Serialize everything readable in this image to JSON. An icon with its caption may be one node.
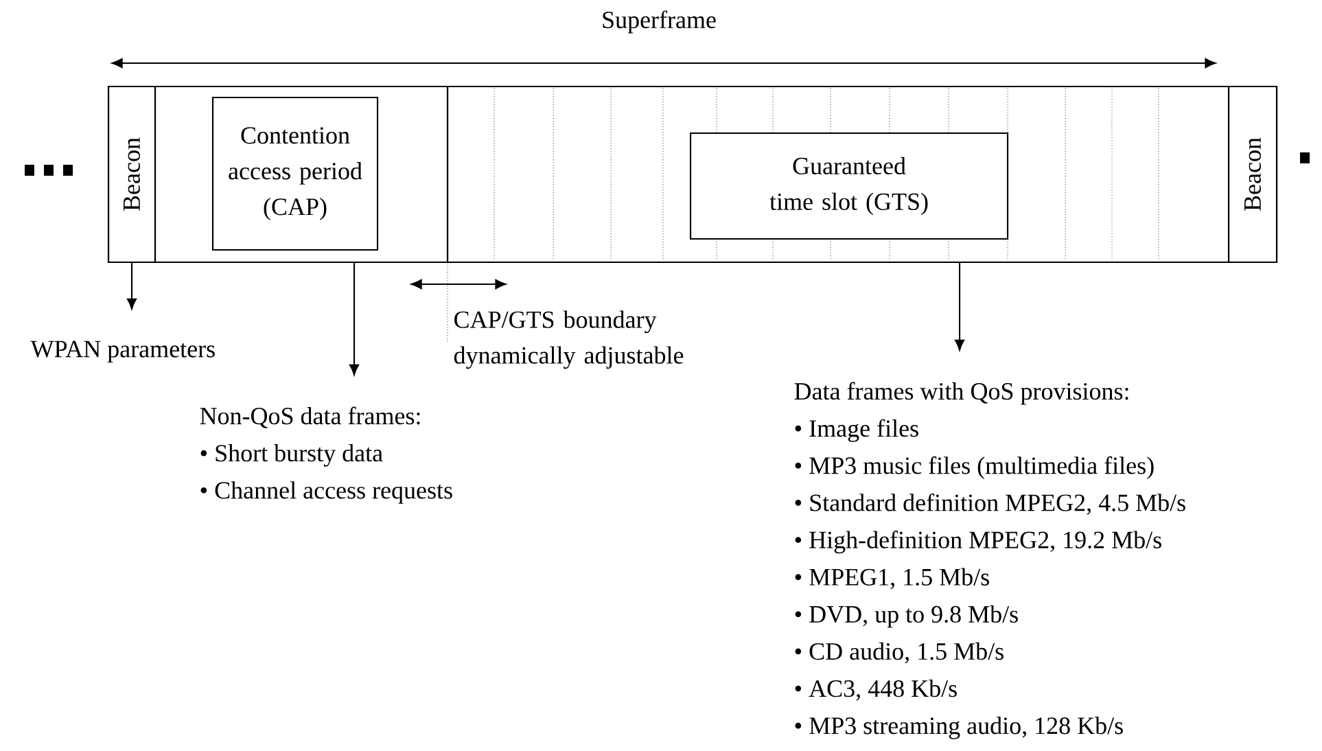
{
  "diagram": {
    "nodes": [
      {
        "text": [],
        "shape": "box"
      },
      {
        "text": [
          "Beacon"
        ],
        "in": 0
      },
      {
        "text": [],
        "shape": "box",
        "in": 0
      },
      {
        "text": [
          "Contention access period (CAP)"
        ],
        "in": 2
      },
      {
        "text": [],
        "shape": "box",
        "in": 0
      },
      {
        "text": [
          "Guaranteed time slot (GTS)"
        ],
        "in": 4
      },
      {
        "text": [
          "Beacon"
        ],
        "in": 0
      },
      {
        "text": [
          "WPAN parameters"
        ]
      },
      {
        "text": [
          "Non-QoS data frames:",
          "• Short bursty data",
          "• Channel access requests"
        ]
      },
      {
        "text": [
          "Data frames with QoS provisions:",
          "• Image files",
          "• MP3 music files (multimedia files)",
          "• Standard definition MPEG2, 4.5 Mb/s",
          "• High-definition MPEG2, 19.2 Mb/s",
          "• MPEG1, 1.5 Mb/s",
          "• DVD, up to 9.8 Mb/s",
          "• CD audio, 1.5 Mb/s",
          "• AC3, 448 Kb/s",
          "• MP3 streaming audio, 128 Kb/s"
        ]
      }
    ],
    "edges": [
      {
        "from": 1,
        "to": 7,
        "arrow": "to"
      },
      {
        "from": 2,
        "to": 8,
        "arrow": "to"
      },
      {
        "from": 4,
        "to": 9,
        "arrow": "to"
      }
    ],
    "labels": [
      "Superframe",
      "CAP/GTS boundary dynamically adjustable"
    ]
  }
}
